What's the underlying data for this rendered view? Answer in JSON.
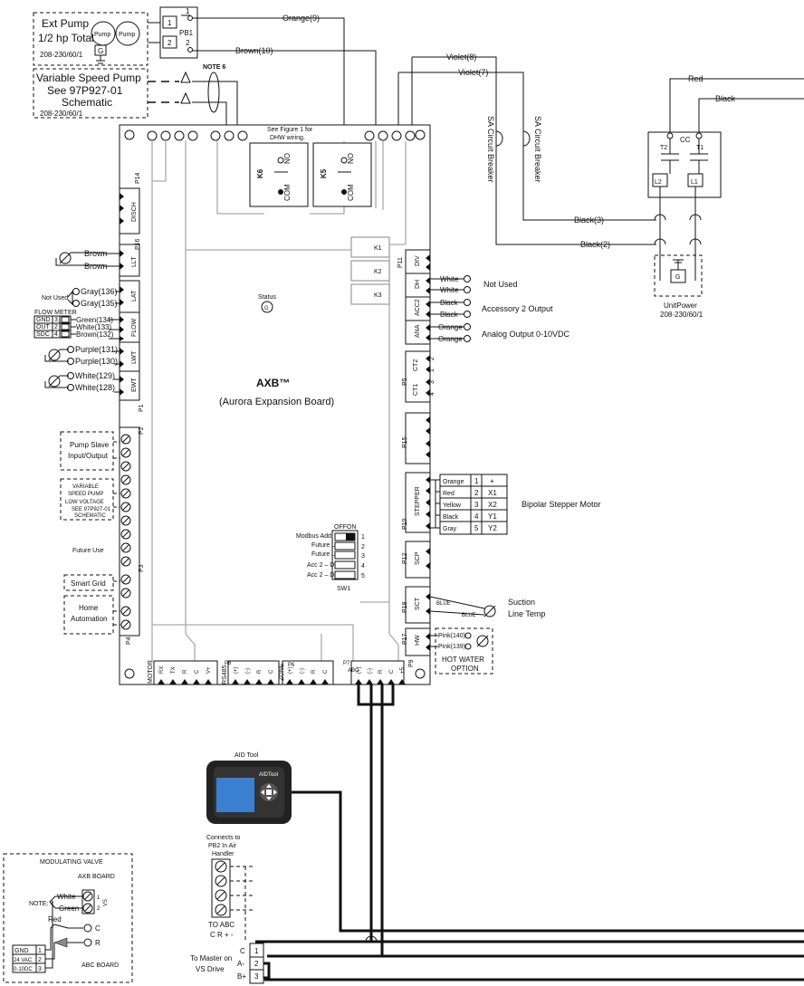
{
  "board": {
    "title": "AXB™",
    "subtitle": "(Aurora Expansion Board)",
    "status": "Status",
    "relay_note": "See Figure 1 for",
    "relay_note2": "DHW wiring.",
    "relays": [
      "K6",
      "K5"
    ],
    "relay_no": "NO",
    "relay_com": "COM"
  },
  "top": {
    "ext_pump_title": "Ext Pump",
    "ext_pump_sub": "1/2 hp Total",
    "ext_pump_volt": "208-230/60/1",
    "pump_label": "Pump",
    "pb1": "PB1",
    "vsp_title": "Variable Speed Pump",
    "vsp_sub": "See 97P927-01",
    "vsp_sub2": "Schematic",
    "vsp_volt": "208-230/60/1",
    "note6": "NOTE 6",
    "orange9": "Orange(9)",
    "brown10": "Brown(10)",
    "violet8": "Violet(8)",
    "violet7": "Violet(7)",
    "red": "Red",
    "black": "Black",
    "black3": "Black(3)",
    "black2": "Black(2)",
    "sa_breaker": "SA Circuit Breaker",
    "cc": "CC",
    "t1": "T1",
    "t2": "T2",
    "l1": "L1",
    "l2": "L2",
    "g": "G",
    "unit_power": "UnitPower",
    "unit_volt": "208-230/60/1"
  },
  "left": {
    "brown1": "Brown",
    "brown2": "Brown",
    "not_used": "Not Used",
    "gray136": "Gray(136)",
    "gray135": "Gray(135)",
    "flow_meter": "FLOW METER",
    "fm_rows": [
      "GND",
      "OUT",
      "SDC"
    ],
    "fm_nums": [
      "3",
      "2",
      "4"
    ],
    "green134": "Green(134)",
    "white133": "White(133)",
    "brown132": "Brown(132)",
    "purple131": "Purple(131)",
    "purple130": "Purple(130)",
    "white129": "White(129)",
    "white128": "White(128)",
    "pump_slave": "Pump Slave",
    "pump_slave2": "Input/Output",
    "vsp_lv1": "VARIABLE",
    "vsp_lv2": "SPEED PUMP",
    "vsp_lv3": "LOW VOLTAGE",
    "vsp_lv4": "SEE 97P927-01",
    "vsp_lv5": "SCHEMATIC",
    "future_use": "Future Use",
    "smart_grid": "Smart Grid",
    "home_auto1": "Home",
    "home_auto2": "Automation"
  },
  "left_connectors": [
    "P14",
    "DISCH",
    "P16",
    "LLT",
    "LAT",
    "FLOW",
    "LWT",
    "EWT",
    "P1",
    "P2",
    "P3",
    "P4"
  ],
  "right_connectors": [
    "P11",
    "DIV",
    "DH",
    "ACC2",
    "ANA",
    "P5",
    "CT2",
    "CT1",
    "P15",
    "P10",
    "STEPPER",
    "P12",
    "SCP",
    "P18",
    "SCT",
    "P17",
    "HW",
    "P9"
  ],
  "right": {
    "white1": "White",
    "white2": "White",
    "not_used": "Not Used",
    "black1": "Black",
    "black2": "Black",
    "acc2_out": "Accessory 2 Output",
    "orange1": "Orange",
    "orange2": "Orange",
    "analog_out": "Analog Output 0-10VDC",
    "stepper_colors": [
      "Orange",
      "Red",
      "Yellow",
      "Black",
      "Gray"
    ],
    "stepper_nums": [
      "1",
      "2",
      "3",
      "4",
      "5"
    ],
    "stepper_pins": [
      "+",
      "X1",
      "X2",
      "Y1",
      "Y2"
    ],
    "bipolar": "Bipolar Stepper Motor",
    "blue1": "BLUE",
    "blue2": "BLUE",
    "suction1": "Suction",
    "suction2": "Line Temp",
    "pink140": "Pink(140)",
    "pink139": "Pink(139)",
    "hw_opt1": "HOT WATER",
    "hw_opt2": "OPTION",
    "ct_nums": [
      "2",
      "1",
      "3",
      "4"
    ]
  },
  "dip": {
    "header_off": "OFF",
    "header_on": "ON",
    "rows": [
      "Modbus Add. ID",
      "Future Use",
      "Future Use",
      "Acc 2 – Dip 4",
      "Acc 2 – Dip 5"
    ],
    "nums": [
      "1",
      "2",
      "3",
      "4",
      "5"
    ],
    "label": "SW1"
  },
  "bottom_connectors": {
    "motor": "MOTOR",
    "motor_pins": [
      "RX",
      "TX",
      "R",
      "C",
      "V+"
    ],
    "rs485": "RS485",
    "p8": "P8",
    "rs485_pins": [
      "(+)",
      "(-)",
      "R",
      "C"
    ],
    "zone": "ZONE",
    "p6": "P6",
    "zone_pins": [
      "(+)",
      "(-)",
      "R",
      "C"
    ],
    "abc": "ABC",
    "p7": "P7",
    "abc_pins": [
      "(+)",
      "(-)",
      "R",
      "C",
      "+5"
    ]
  },
  "aid": {
    "title": "AID Tool",
    "brand": "AIDTool",
    "connects1": "Connects to",
    "connects2": "PB2 In Air",
    "connects3": "Handler",
    "to_abc": "TO ABC",
    "to_abc2": "C R + -",
    "master1": "To Master on",
    "master2": "VS Drive",
    "master_labels": [
      "C",
      "A-",
      "B+"
    ],
    "master_nums": [
      "1",
      "2",
      "3"
    ]
  },
  "mod_valve": {
    "title": "MODULATING VALVE",
    "axb_board": "AXB BOARD",
    "note7": "NOTE: 7",
    "white": "White",
    "green": "Green",
    "vs": "VS",
    "red": "Red",
    "c": "C",
    "r": "R",
    "abc_board": "ABC BOARD",
    "gnd": "GND",
    "vac": "24 VAC",
    "vdc": "0-10DC",
    "nums": [
      "1",
      "2",
      "3"
    ],
    "vs_nums": [
      "1",
      "2"
    ]
  }
}
